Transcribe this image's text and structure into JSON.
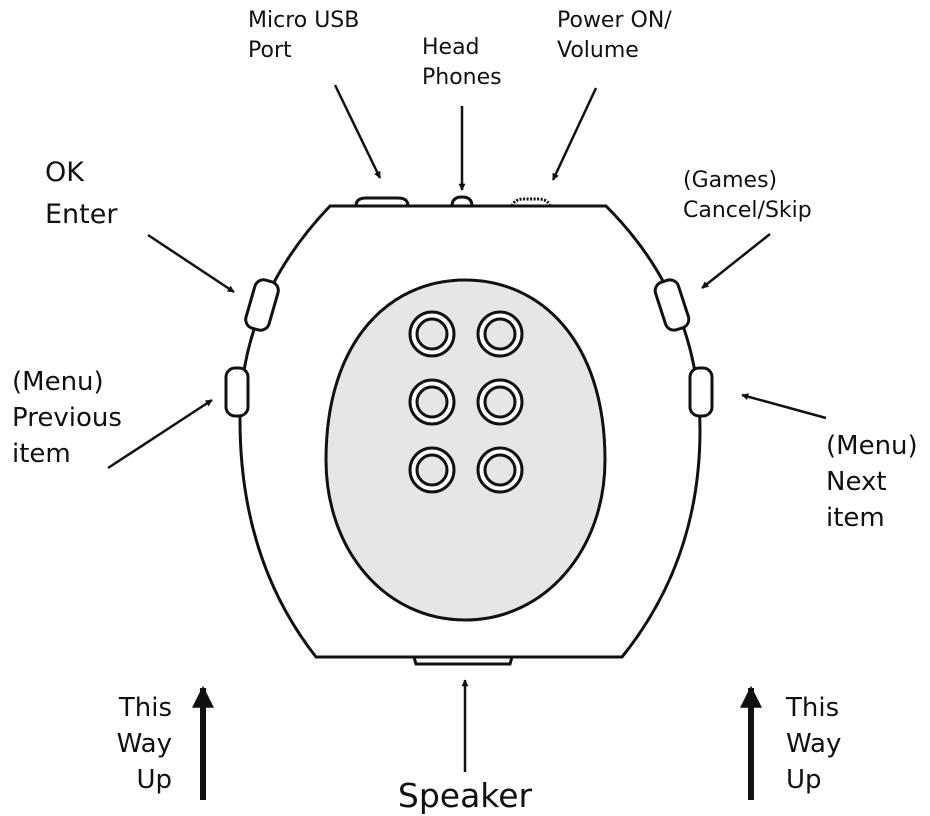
{
  "colors": {
    "stroke": "#111111",
    "background": "#ffffff",
    "face": "#e6e6e6"
  },
  "labels": {
    "micro_usb": [
      "Micro USB",
      "Port"
    ],
    "headphones": [
      "Head",
      "Phones"
    ],
    "power": [
      "Power ON/",
      "Volume"
    ],
    "ok_enter": [
      "OK",
      "Enter"
    ],
    "games_cancel": [
      "(Games)",
      "Cancel/Skip"
    ],
    "menu_previous": [
      "(Menu)",
      "Previous",
      "item"
    ],
    "menu_next": [
      "(Menu)",
      "Next",
      "item"
    ],
    "this_way_up_left": [
      "This",
      "Way",
      "Up"
    ],
    "this_way_up_right": [
      "This",
      "Way",
      "Up"
    ],
    "speaker": "Speaker"
  },
  "braille_keys": {
    "count": 6,
    "columns": 2,
    "rows": 3
  }
}
